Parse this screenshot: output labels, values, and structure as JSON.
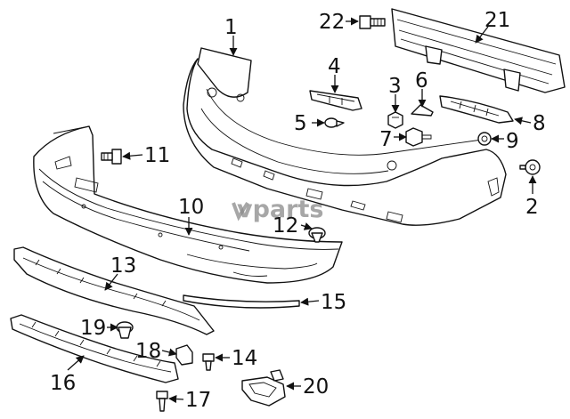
{
  "diagram": {
    "watermark": "vparts",
    "callouts": [
      "1",
      "2",
      "3",
      "4",
      "5",
      "6",
      "7",
      "8",
      "9",
      "10",
      "11",
      "12",
      "13",
      "14",
      "15",
      "16",
      "17",
      "18",
      "19",
      "20",
      "21",
      "22"
    ],
    "colors": {
      "line": "#111111",
      "background": "#ffffff",
      "watermark": "#8a8a8a"
    }
  }
}
